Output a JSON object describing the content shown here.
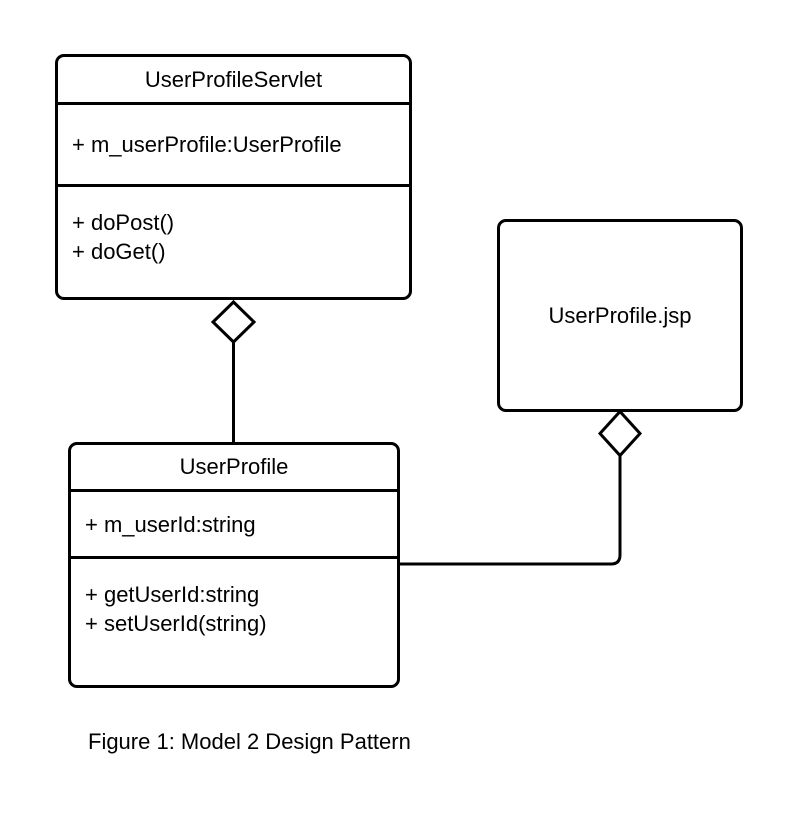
{
  "figure": {
    "caption": "Figure 1: Model 2 Design Pattern"
  },
  "diagram": {
    "type": "uml-class-diagram",
    "classes": [
      {
        "id": "user-profile-servlet",
        "name": "UserProfileServlet",
        "attributes": [
          "+ m_userProfile:UserProfile"
        ],
        "methods": [
          "+ doPost()",
          "+ doGet()"
        ]
      },
      {
        "id": "user-profile",
        "name": "UserProfile",
        "attributes": [
          "+ m_userId:string"
        ],
        "methods": [
          "+ getUserId:string",
          "+ setUserId(string)"
        ]
      },
      {
        "id": "user-profile-jsp",
        "name": "UserProfile.jsp",
        "attributes": [],
        "methods": []
      }
    ],
    "relationships": [
      {
        "type": "aggregation",
        "diamond_end": "UserProfileServlet",
        "other_end": "UserProfile"
      },
      {
        "type": "aggregation",
        "diamond_end": "UserProfile.jsp",
        "other_end": "UserProfile"
      }
    ],
    "colors": {
      "line": "#000000",
      "fill": "#ffffff",
      "text": "#000000",
      "background": "#ffffff"
    }
  }
}
